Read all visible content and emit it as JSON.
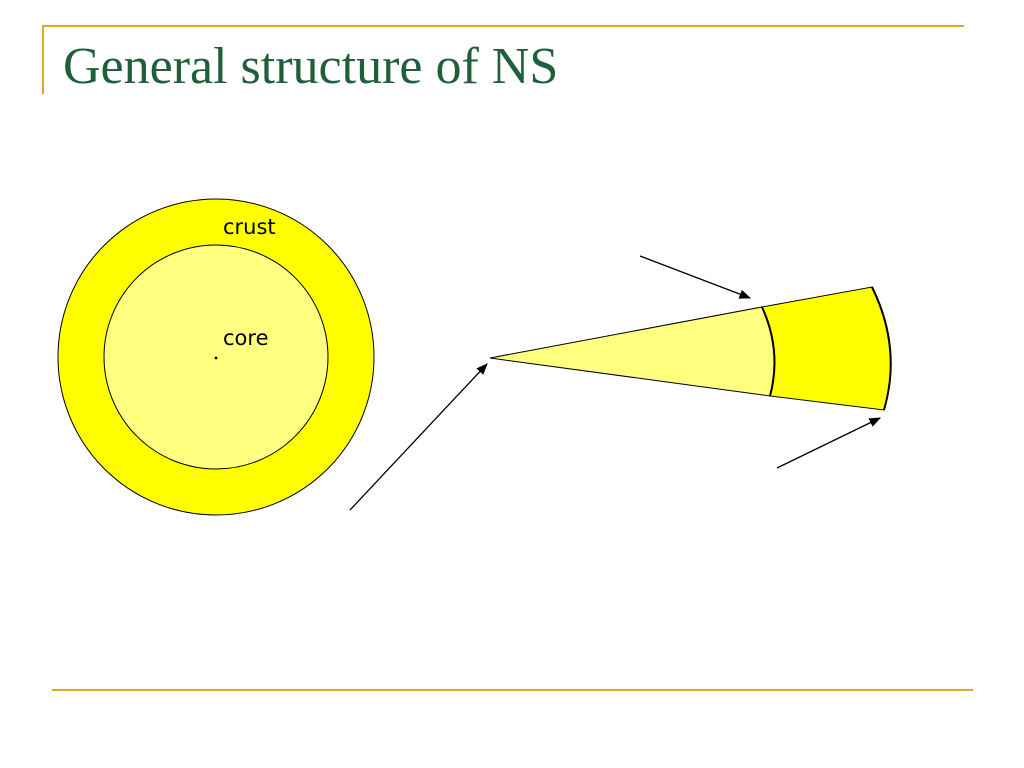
{
  "slide": {
    "title": "General structure of NS"
  },
  "diagram": {
    "labels": {
      "crust": "crust",
      "core": "core"
    },
    "colors": {
      "crust_fill": "#ffff00",
      "core_fill": "#ffff80",
      "outline": "#000000",
      "accent_rule": "#e0a82a",
      "title_text": "#1f5f3a"
    }
  }
}
